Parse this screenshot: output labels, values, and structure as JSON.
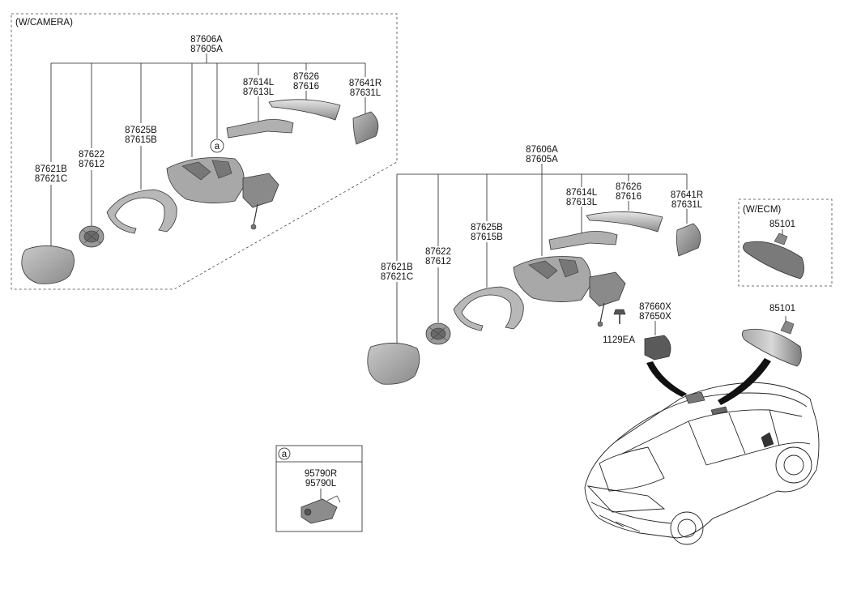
{
  "groups": {
    "camera": {
      "title": "(W/CAMERA)"
    },
    "ecm": {
      "title": "(W/ECM)"
    }
  },
  "detail": {
    "circle_label": "a",
    "part_line1": "95790R",
    "part_line2": "95790L"
  },
  "camera_callouts": {
    "assy_1": "87606A",
    "assy_2": "87605A",
    "cover_1": "87614L",
    "cover_2": "87613L",
    "scalp_1": "87626",
    "scalp_2": "87616",
    "cap_1": "87641R",
    "cap_2": "87631L",
    "housing_1": "87625B",
    "housing_2": "87615B",
    "actuator_1": "87622",
    "actuator_2": "87612",
    "glass_1": "87621B",
    "glass_2": "87621C",
    "ref_circle": "a"
  },
  "main_callouts": {
    "assy_1": "87606A",
    "assy_2": "87605A",
    "cover_1": "87614L",
    "cover_2": "87613L",
    "scalp_1": "87626",
    "scalp_2": "87616",
    "cap_1": "87641R",
    "cap_2": "87631L",
    "housing_1": "87625B",
    "housing_2": "87615B",
    "actuator_1": "87622",
    "actuator_2": "87612",
    "glass_1": "87621B",
    "glass_2": "87621C",
    "screw": "1129EA",
    "inner_cover_1": "87660X",
    "inner_cover_2": "87650X",
    "room_mirror": "85101"
  },
  "ecm_callouts": {
    "room_mirror": "85101"
  }
}
